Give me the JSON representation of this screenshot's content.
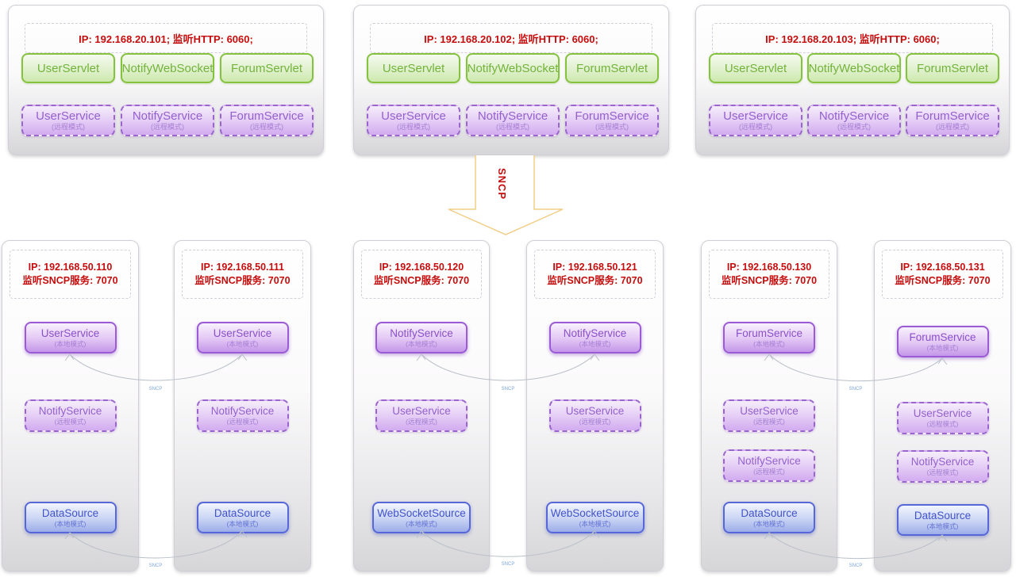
{
  "top_servers": [
    {
      "header": "IP: 192.168.20.101;  监听HTTP: 6060;",
      "servlets": [
        "UserServlet",
        "NotifyWebSocket",
        "ForumServlet"
      ],
      "services": [
        {
          "name": "UserService",
          "mode": "(远程模式)"
        },
        {
          "name": "NotifyService",
          "mode": "(远程模式)"
        },
        {
          "name": "ForumService",
          "mode": "(远程模式)"
        }
      ]
    },
    {
      "header": "IP: 192.168.20.102;  监听HTTP: 6060;",
      "servlets": [
        "UserServlet",
        "NotifyWebSocket",
        "ForumServlet"
      ],
      "services": [
        {
          "name": "UserService",
          "mode": "(远程模式)"
        },
        {
          "name": "NotifyService",
          "mode": "(远程模式)"
        },
        {
          "name": "ForumService",
          "mode": "(远程模式)"
        }
      ]
    },
    {
      "header": "IP: 192.168.20.103;  监听HTTP: 6060;",
      "servlets": [
        "UserServlet",
        "NotifyWebSocket",
        "ForumServlet"
      ],
      "services": [
        {
          "name": "UserService",
          "mode": "(远程模式)"
        },
        {
          "name": "NotifyService",
          "mode": "(远程模式)"
        },
        {
          "name": "ForumService",
          "mode": "(远程模式)"
        }
      ]
    }
  ],
  "arrow": {
    "label": "SNCP"
  },
  "connectors": {
    "label": "SNCP"
  },
  "bottom_servers": [
    {
      "ip": "IP: 192.168.50.110",
      "listen": "监听SNCP服务: 7070",
      "services": [
        {
          "name": "UserService",
          "mode": "(本地模式)"
        },
        {
          "name": "NotifyService",
          "mode": "(远程模式)"
        },
        {
          "name": "DataSource",
          "mode": "(本地模式)"
        }
      ]
    },
    {
      "ip": "IP: 192.168.50.111",
      "listen": "监听SNCP服务: 7070",
      "services": [
        {
          "name": "UserService",
          "mode": "(本地模式)"
        },
        {
          "name": "NotifyService",
          "mode": "(远程模式)"
        },
        {
          "name": "DataSource",
          "mode": "(本地模式)"
        }
      ]
    },
    {
      "ip": "IP: 192.168.50.120",
      "listen": "监听SNCP服务: 7070",
      "services": [
        {
          "name": "NotifyService",
          "mode": "(本地模式)"
        },
        {
          "name": "UserService",
          "mode": "(远程模式)"
        },
        {
          "name": "WebSocketSource",
          "mode": "(本地模式)"
        }
      ]
    },
    {
      "ip": "IP: 192.168.50.121",
      "listen": "监听SNCP服务: 7070",
      "services": [
        {
          "name": "NotifyService",
          "mode": "(本地模式)"
        },
        {
          "name": "UserService",
          "mode": "(远程模式)"
        },
        {
          "name": "WebSocketSource",
          "mode": "(本地模式)"
        }
      ]
    },
    {
      "ip": "IP: 192.168.50.130",
      "listen": "监听SNCP服务: 7070",
      "services": [
        {
          "name": "ForumService",
          "mode": "(本地模式)"
        },
        {
          "name": "UserService",
          "mode": "(远程模式)"
        },
        {
          "name": "NotifyService",
          "mode": "(远程模式)"
        },
        {
          "name": "DataSource",
          "mode": "(本地模式)"
        }
      ]
    },
    {
      "ip": "IP: 192.168.50.131",
      "listen": "监听SNCP服务: 7070",
      "services": [
        {
          "name": "ForumService",
          "mode": "(本地模式)"
        },
        {
          "name": "UserService",
          "mode": "(远程模式)"
        },
        {
          "name": "NotifyService",
          "mode": "(远程模式)"
        },
        {
          "name": "DataSource",
          "mode": "(本地模式)"
        }
      ]
    }
  ]
}
